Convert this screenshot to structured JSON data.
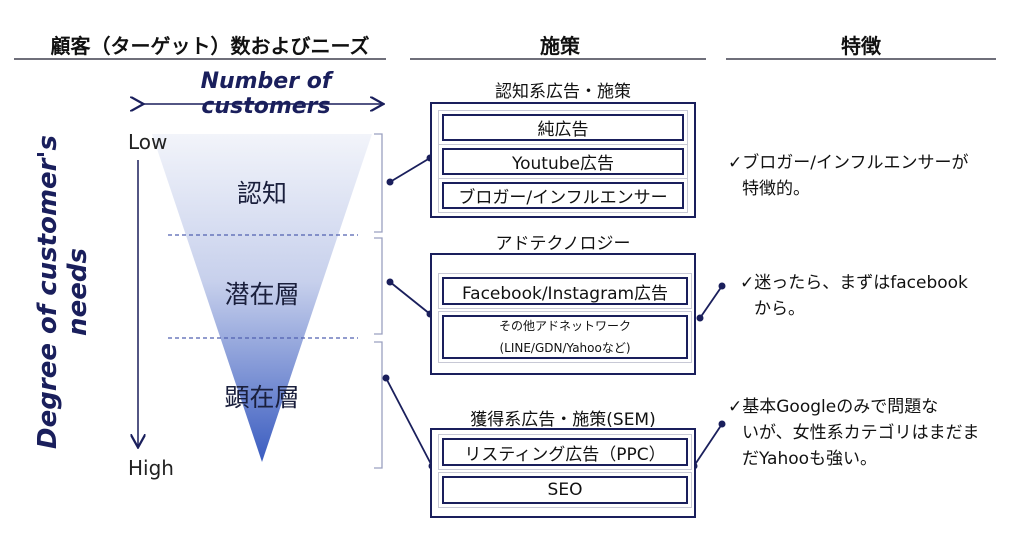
{
  "headers": {
    "customers": "顧客（ターゲット）数およびニーズ",
    "measures": "施策",
    "features": "特徴"
  },
  "axes": {
    "top_label": "Number of customers",
    "left_label_line1": "Degree of customer's",
    "left_label_line2": "needs",
    "low": "Low",
    "high": "High"
  },
  "funnel": {
    "stages": [
      "認知",
      "潜在層",
      "顕在層"
    ]
  },
  "groups": [
    {
      "title": "認知系広告・施策",
      "items": [
        "純広告",
        "Youtube広告",
        "ブロガー/インフルエンサー"
      ]
    },
    {
      "title": "アドテクノロジー",
      "items": [
        "Facebook/Instagram広告"
      ],
      "sub_line1": "その他アドネットワーク",
      "sub_line2": "(LINE/GDN/Yahooなど)"
    },
    {
      "title": "獲得系広告・施策(SEM)",
      "items": [
        "リスティング広告（PPC）",
        "SEO"
      ]
    }
  ],
  "features": [
    {
      "lines": [
        "✓ブロガー/インフルエンサーが",
        "特徴的。"
      ]
    },
    {
      "lines": [
        "✓迷ったら、まずはfacebook",
        "から。"
      ]
    },
    {
      "lines": [
        "✓基本Googleのみで問題な",
        "いが、女性系カテゴリはまだま",
        "だYahooも強い。"
      ]
    }
  ],
  "colors": {
    "navy": "#1a1f5c",
    "funnel_top": "#f2f4fa",
    "funnel_bottom": "#3a5cc0"
  }
}
